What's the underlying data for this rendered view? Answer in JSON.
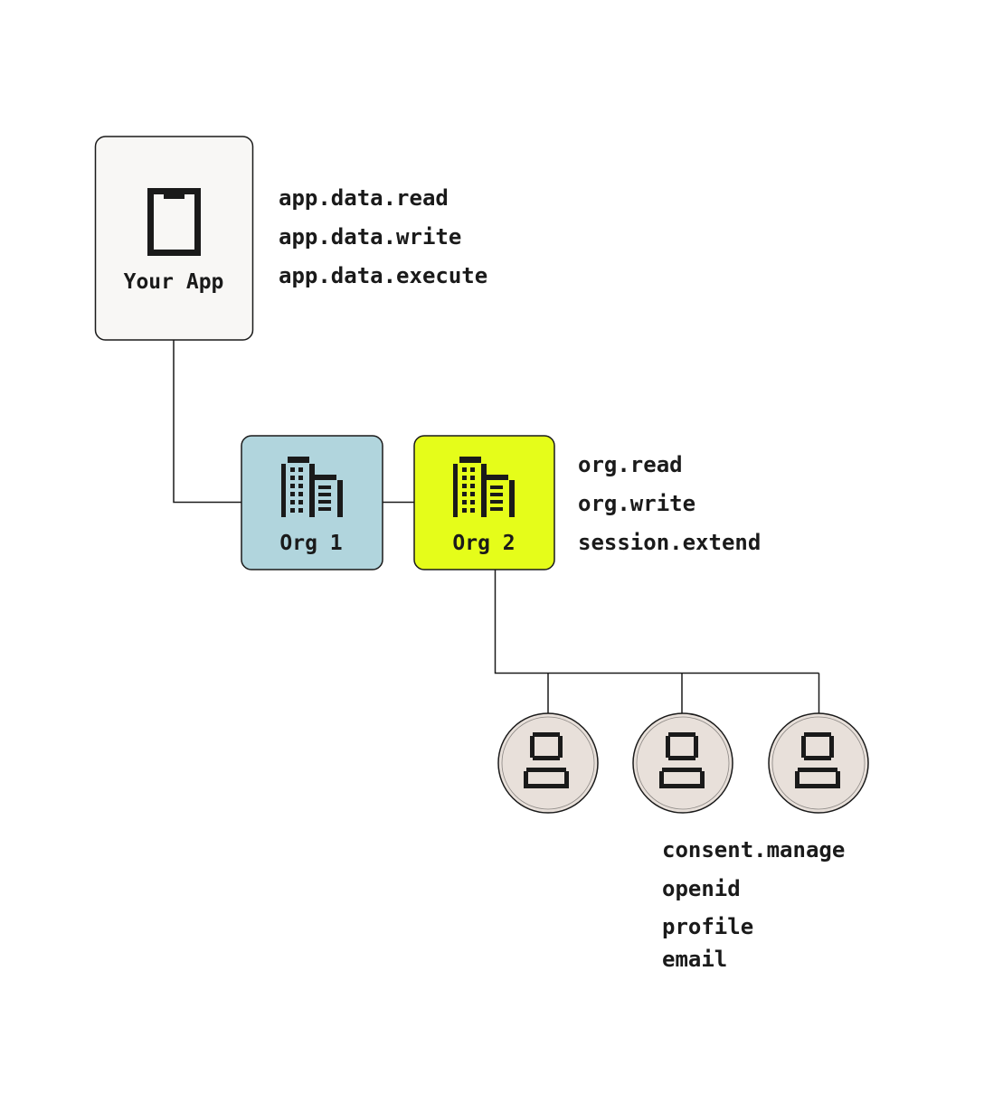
{
  "nodes": {
    "app": {
      "label": "Your App",
      "fill": "#f8f7f5",
      "icon": "mobile-device-icon"
    },
    "org1": {
      "label": "Org 1",
      "fill": "#b1d5dd",
      "icon": "building-icon"
    },
    "org2": {
      "label": "Org 2",
      "fill": "#e5fd1a",
      "icon": "building-icon"
    },
    "users": {
      "fill": "#e8e0da",
      "icon": "user-icon",
      "count": 3
    }
  },
  "scopes": {
    "app": [
      "app.data.read",
      "app.data.write",
      "app.data.execute"
    ],
    "org": [
      "org.read",
      "org.write",
      "session.extend"
    ],
    "user": [
      "consent.manage",
      "openid",
      "profile",
      "email"
    ]
  },
  "colors": {
    "stroke": "#1a1a1a",
    "background": "#ffffff"
  }
}
